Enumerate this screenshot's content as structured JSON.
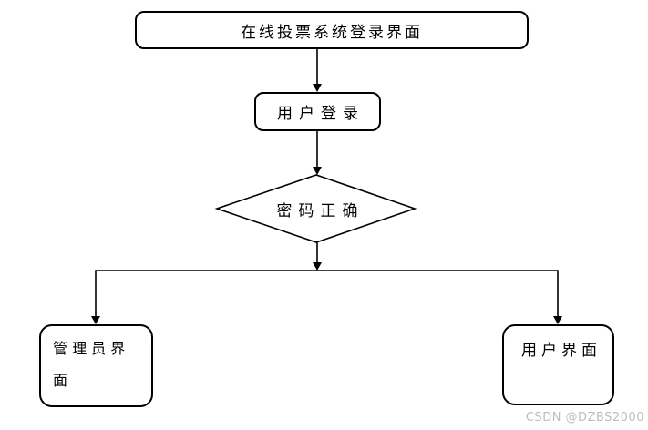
{
  "page": {
    "background": "#ffffff",
    "watermark_text": "CSDN @DZBS2000",
    "colors": {
      "line": "#000000",
      "node_border": "#000000",
      "node_fill": "#ffffff",
      "text": "#000000",
      "watermark": "#bdbdbd"
    }
  },
  "flowchart": {
    "nodes": {
      "title": {
        "label": "在线投票系统登录界面",
        "shape": "rounded-rectangle"
      },
      "login": {
        "label": "用户登录",
        "shape": "rounded-rectangle"
      },
      "decision": {
        "label": "密码正确",
        "shape": "diamond"
      },
      "admin": {
        "label": "管 理 员 界\n面",
        "shape": "rounded-rectangle"
      },
      "user": {
        "label": "用户界面",
        "shape": "rounded-rectangle"
      }
    }
  }
}
